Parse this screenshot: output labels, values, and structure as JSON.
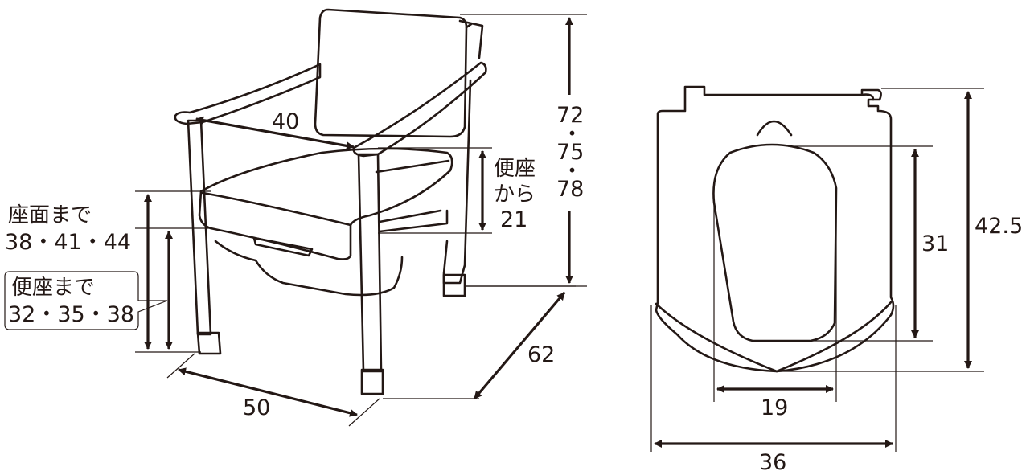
{
  "chair": {
    "armrest_width": "40",
    "height_line1": "72",
    "height_dot1": "・",
    "height_line2": "75",
    "height_dot2": "・",
    "height_line3": "78",
    "seat_offset_line1": "便座",
    "seat_offset_line2": "から",
    "seat_offset_value": "21",
    "seat_height_title": "座面まで",
    "seat_height_values": "38・41・44",
    "toilet_seat_height_title": "便座まで",
    "toilet_seat_height_values": "32・35・38",
    "width": "50",
    "depth": "62"
  },
  "seat_plate": {
    "opening_length": "31",
    "total_length": "42.5",
    "opening_width": "19",
    "total_width": "36"
  },
  "colors": {
    "line": "#231815",
    "background": "#ffffff"
  }
}
